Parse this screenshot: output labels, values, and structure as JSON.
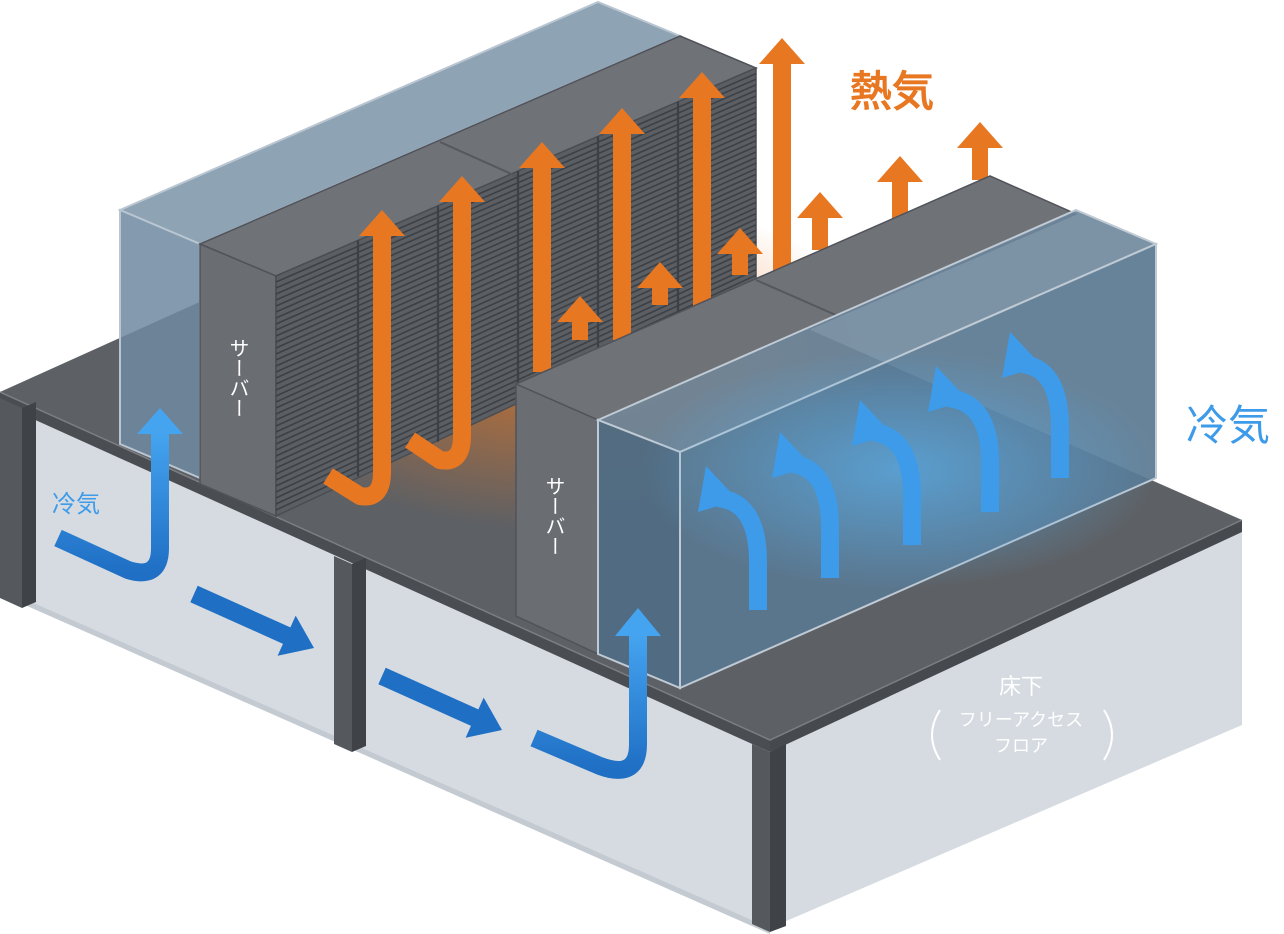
{
  "labels": {
    "hot_air": "熱気",
    "cold_air_right": "冷気",
    "cold_air_left": "冷気",
    "server_back": "サーバー",
    "server_front": "サーバー",
    "underfloor_title": "床下",
    "underfloor_sub1": "フリーアクセス",
    "underfloor_sub2": "フロア"
  },
  "colors": {
    "hot": "#e87722",
    "cold": "#3d9be9",
    "cold_dark": "#1f6fc4",
    "rack": "#6a6d72",
    "rack_dark": "#55585c",
    "floor_top": "#5d6064",
    "underfloor": "#d5dbe1",
    "glass": "#5f7e96"
  }
}
